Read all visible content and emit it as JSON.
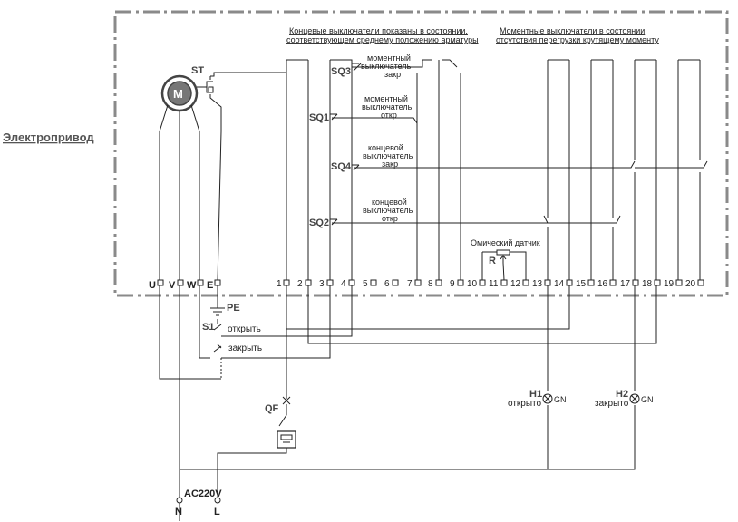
{
  "title": "Электропривод",
  "notes": {
    "limit_switches_1": "Концевые выключатели показаны в состоянии,",
    "limit_switches_2": "соответствующем среднему положению арматуры",
    "torque_switches_1": "Моментные выключатели в состоянии",
    "torque_switches_2": "отсутствия перегрузки крутящему моменту"
  },
  "motor": {
    "label": "M",
    "thermal": "ST"
  },
  "switches": {
    "sq3": {
      "tag": "SQ3",
      "l1": "моментный",
      "l2": "выключатель",
      "l3": "закр"
    },
    "sq1": {
      "tag": "SQ1",
      "l1": "моментный",
      "l2": "выключатель",
      "l3": "откр"
    },
    "sq4": {
      "tag": "SQ4",
      "l1": "концевой",
      "l2": "выключатель",
      "l3": "закр"
    },
    "sq2": {
      "tag": "SQ2",
      "l1": "концевой",
      "l2": "выключатель",
      "l3": "откр"
    }
  },
  "sensor": {
    "title": "Омический датчик",
    "r": "R"
  },
  "terminals_power": [
    "U",
    "V",
    "W",
    "E"
  ],
  "terminals_num": [
    "1",
    "2",
    "3",
    "4",
    "5",
    "6",
    "7",
    "8",
    "9",
    "10",
    "11",
    "12",
    "13",
    "14",
    "15",
    "16",
    "17",
    "18",
    "19",
    "20"
  ],
  "pe": "PE",
  "s1": {
    "tag": "S1",
    "open": "открыть",
    "close": "закрыть"
  },
  "qf": "QF",
  "h1": {
    "tag": "H1",
    "state": "открыто",
    "color": "GN"
  },
  "h2": {
    "tag": "H2",
    "state": "закрыто",
    "color": "GN"
  },
  "supply": {
    "label": "AC220V",
    "n": "N",
    "l": "L"
  }
}
